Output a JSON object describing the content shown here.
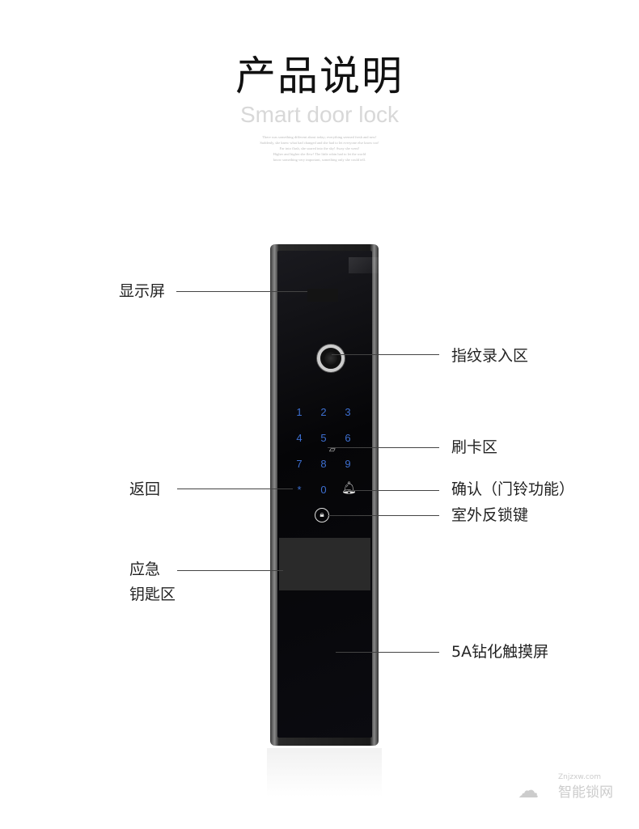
{
  "header": {
    "title": "产品说明",
    "subtitle": "Smart door lock",
    "blurb": [
      "There was something different about today; everything seemed fresh and new!",
      "Suddenly, she knew what had changed and she had to let everyone else know too!",
      "Far into flash, she soared into the sky! Away she went!",
      "Higher and higher she flew! The little robin had to let the world",
      "know something very important, something only she could tell."
    ]
  },
  "keypad": {
    "keys": [
      "1",
      "2",
      "3",
      "4",
      "5",
      "6",
      "7",
      "8",
      "9",
      "*",
      "0"
    ],
    "key_color": "#3d6fd0"
  },
  "callouts": {
    "display": "显示屏",
    "fingerprint": "指纹录入区",
    "card": "刷卡区",
    "back": "返回",
    "confirm": "确认（门铃功能）",
    "lock_key": "室外反锁键",
    "emergency_1": "应急",
    "emergency_2": "钥匙区",
    "screen": "5A钻化触摸屏"
  },
  "watermark": {
    "domain": "Znjzxw.com",
    "name": "智能锁网"
  }
}
